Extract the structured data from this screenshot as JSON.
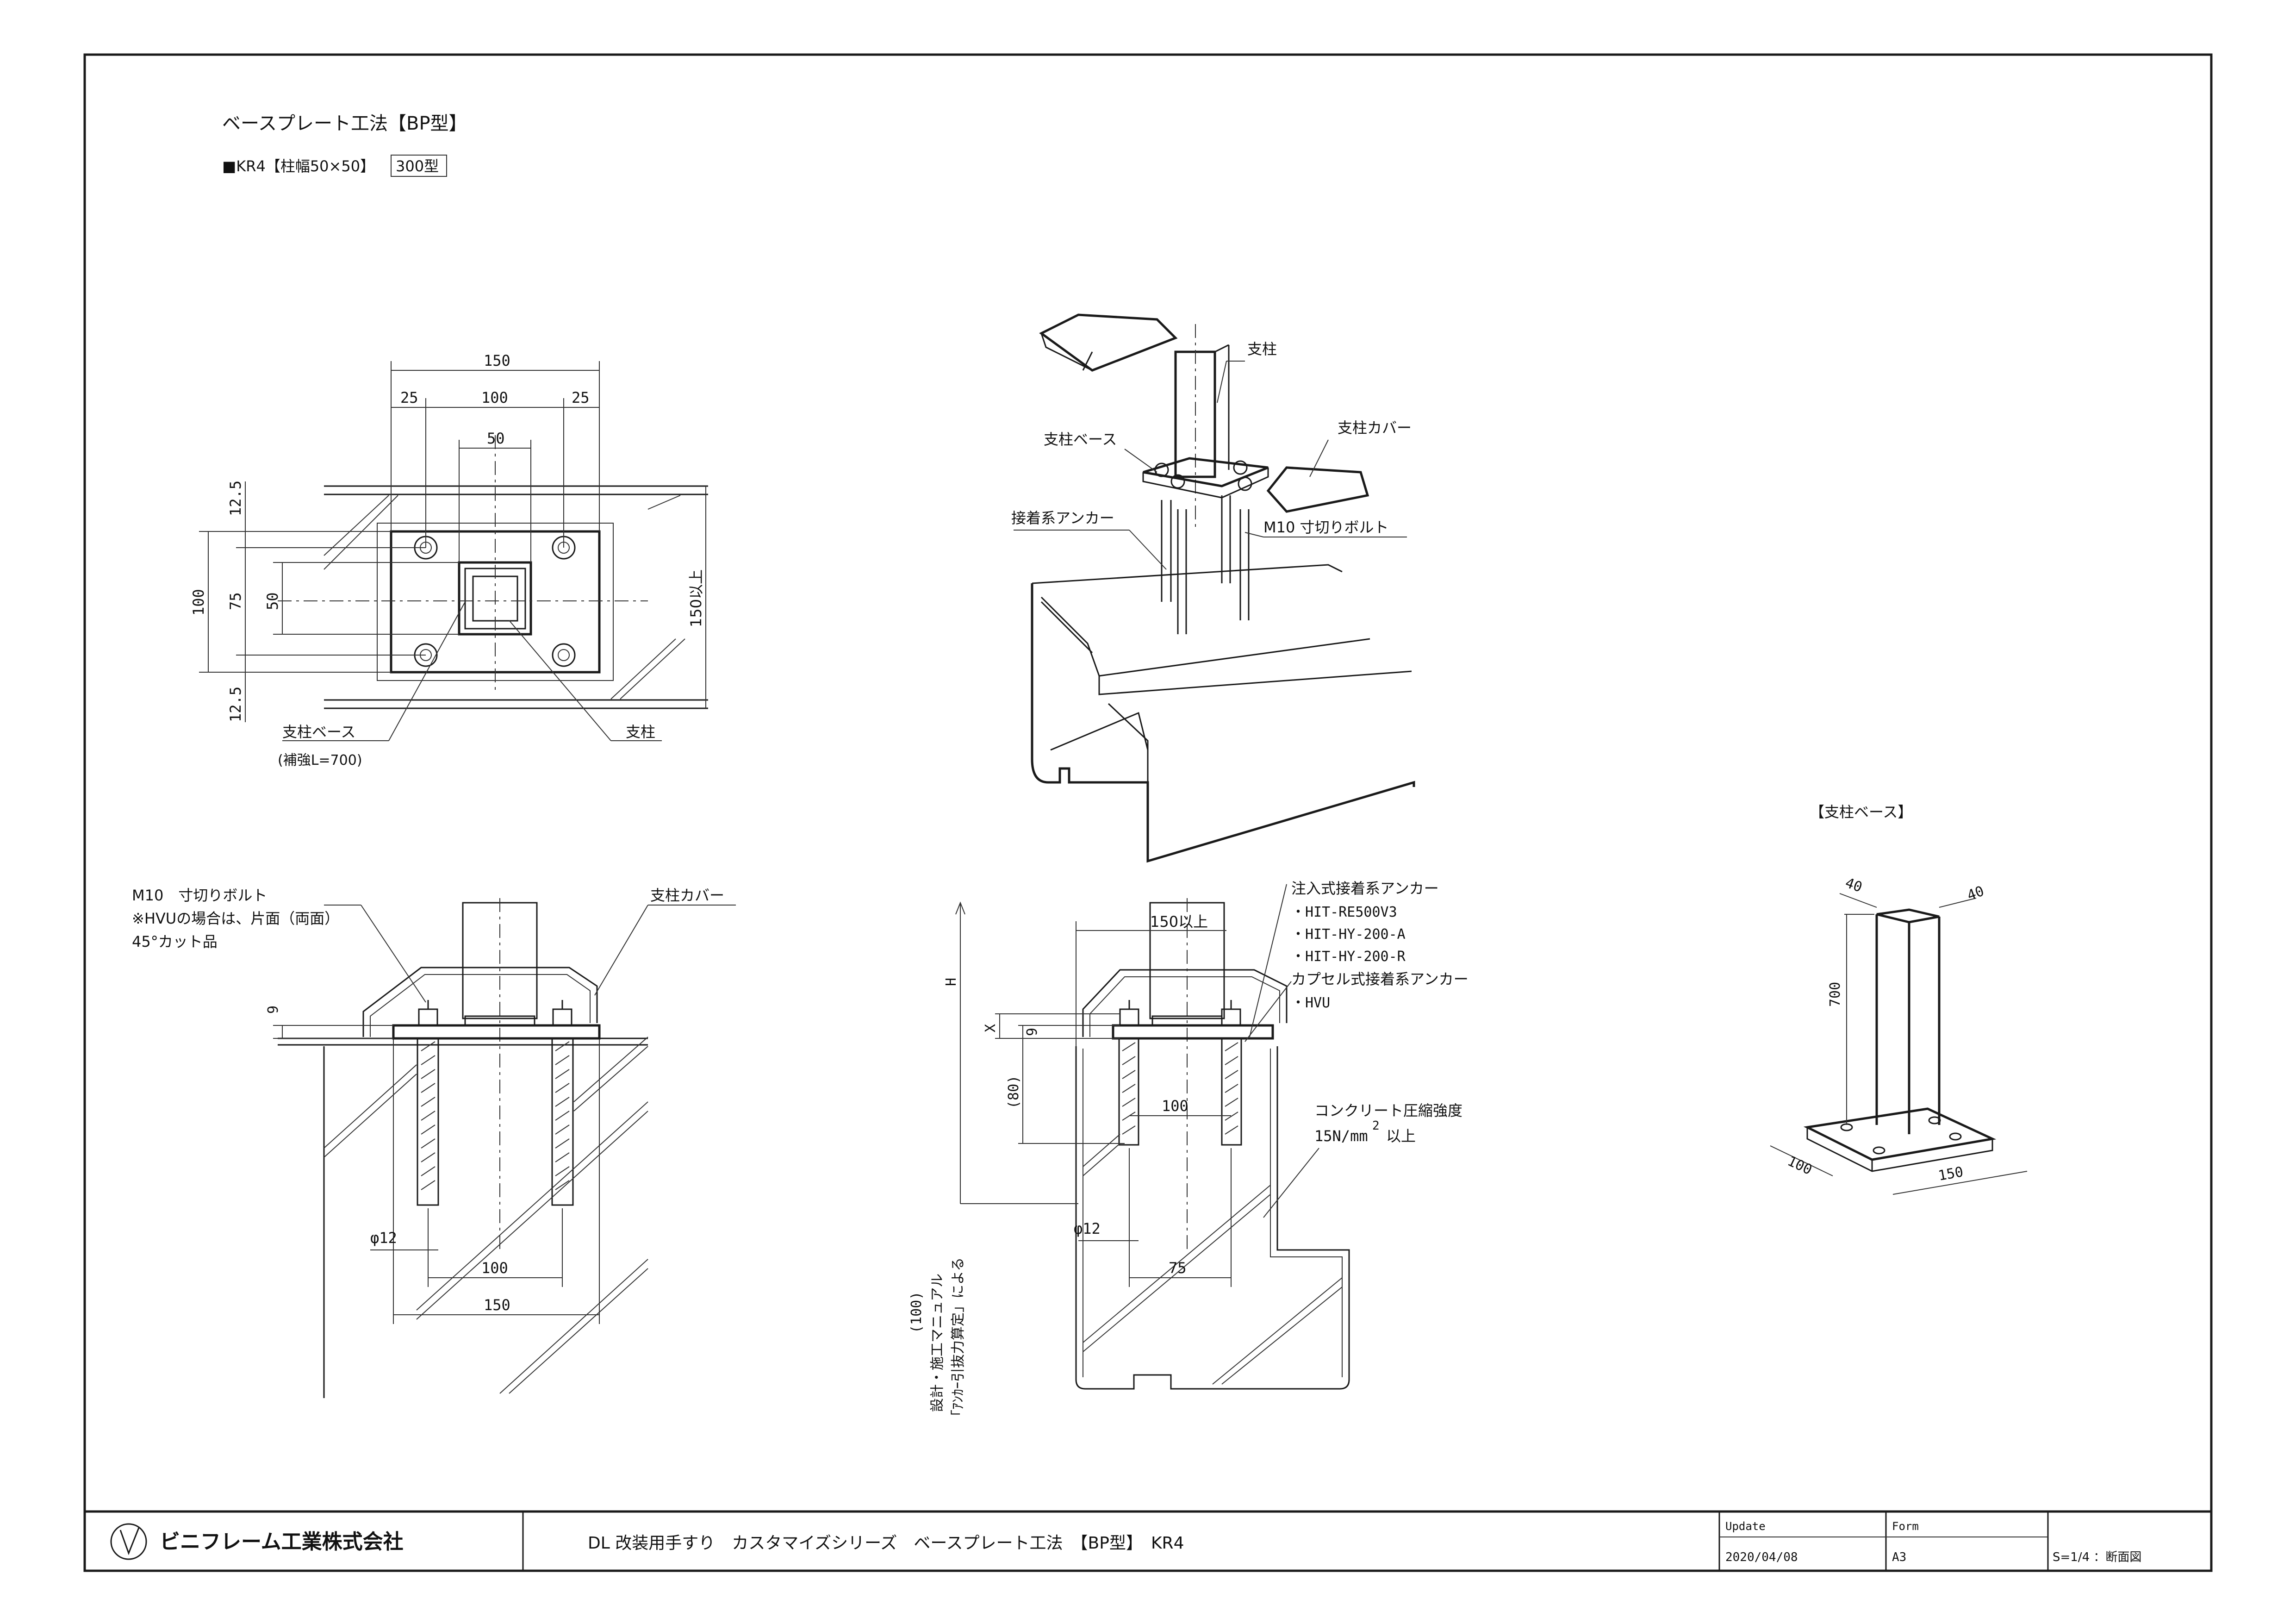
{
  "header": {
    "title": "ベースプレート工法【BP型】",
    "subtitle_prefix": "■KR4【柱幅50×50】",
    "subtitle_box": "300型"
  },
  "plan_view": {
    "dims_top": [
      "150",
      "25",
      "100",
      "25",
      "50"
    ],
    "dims_left": [
      "12.5",
      "100",
      "75",
      "50",
      "12.5"
    ],
    "dim_right": "150以上",
    "label_base": "支柱ベース",
    "label_base_note": "(補強L=700)",
    "label_post": "支柱"
  },
  "iso_view": {
    "label_post": "支柱",
    "label_cover": "支柱カバー",
    "label_base": "支柱ベース",
    "label_anchor": "接着系アンカー",
    "label_bolt": "M10 寸切りボルト"
  },
  "section_left": {
    "note_line1": "M10　寸切りボルト",
    "note_line2": "※HVUの場合は、片面（両面）",
    "note_line3": "45°カット品",
    "label_cover": "支柱カバー",
    "dim_9": "9",
    "dim_phi": "φ12",
    "dim_100": "100",
    "dim_150": "150"
  },
  "section_right": {
    "anchor_title": "注入式接着系アンカー",
    "anchors": [
      "・HIT-RE500V3",
      "・HIT-HY-200-A",
      "・HIT-HY-200-R"
    ],
    "capsule_title": "カプセル式接着系アンカー",
    "capsule_items": [
      "・HVU"
    ],
    "concrete_line1": "コンクリート圧縮強度",
    "concrete_line2": "15N/mm",
    "concrete_sup": "2",
    "concrete_tail": "以上",
    "dim_150up": "150以上",
    "dim_H": "H",
    "dim_X": "X",
    "dim_9": "9",
    "dim_80": "(80)",
    "dim_100": "100",
    "dim_phi": "φ12",
    "dim_75": "75",
    "vertical_note_1": "(100)",
    "vertical_note_2": "設計・施工マニュアル",
    "vertical_note_3": "「ｱﾝｶｰ引抜力算定」による"
  },
  "base_detail": {
    "title": "【支柱ベース】",
    "dim_40a": "40",
    "dim_40b": "40",
    "dim_700": "700",
    "dim_100": "100",
    "dim_150": "150"
  },
  "title_block": {
    "company": "ビニフレーム工業株式会社",
    "description": "DL 改装用手すり　カスタマイズシリーズ　ベースプレート工法　【BP型】　KR4",
    "update_label": "Update",
    "update_value": "2020/04/08",
    "form_label": "Form",
    "form_value": "A3",
    "scale": "S=1/4 ：断面図"
  }
}
